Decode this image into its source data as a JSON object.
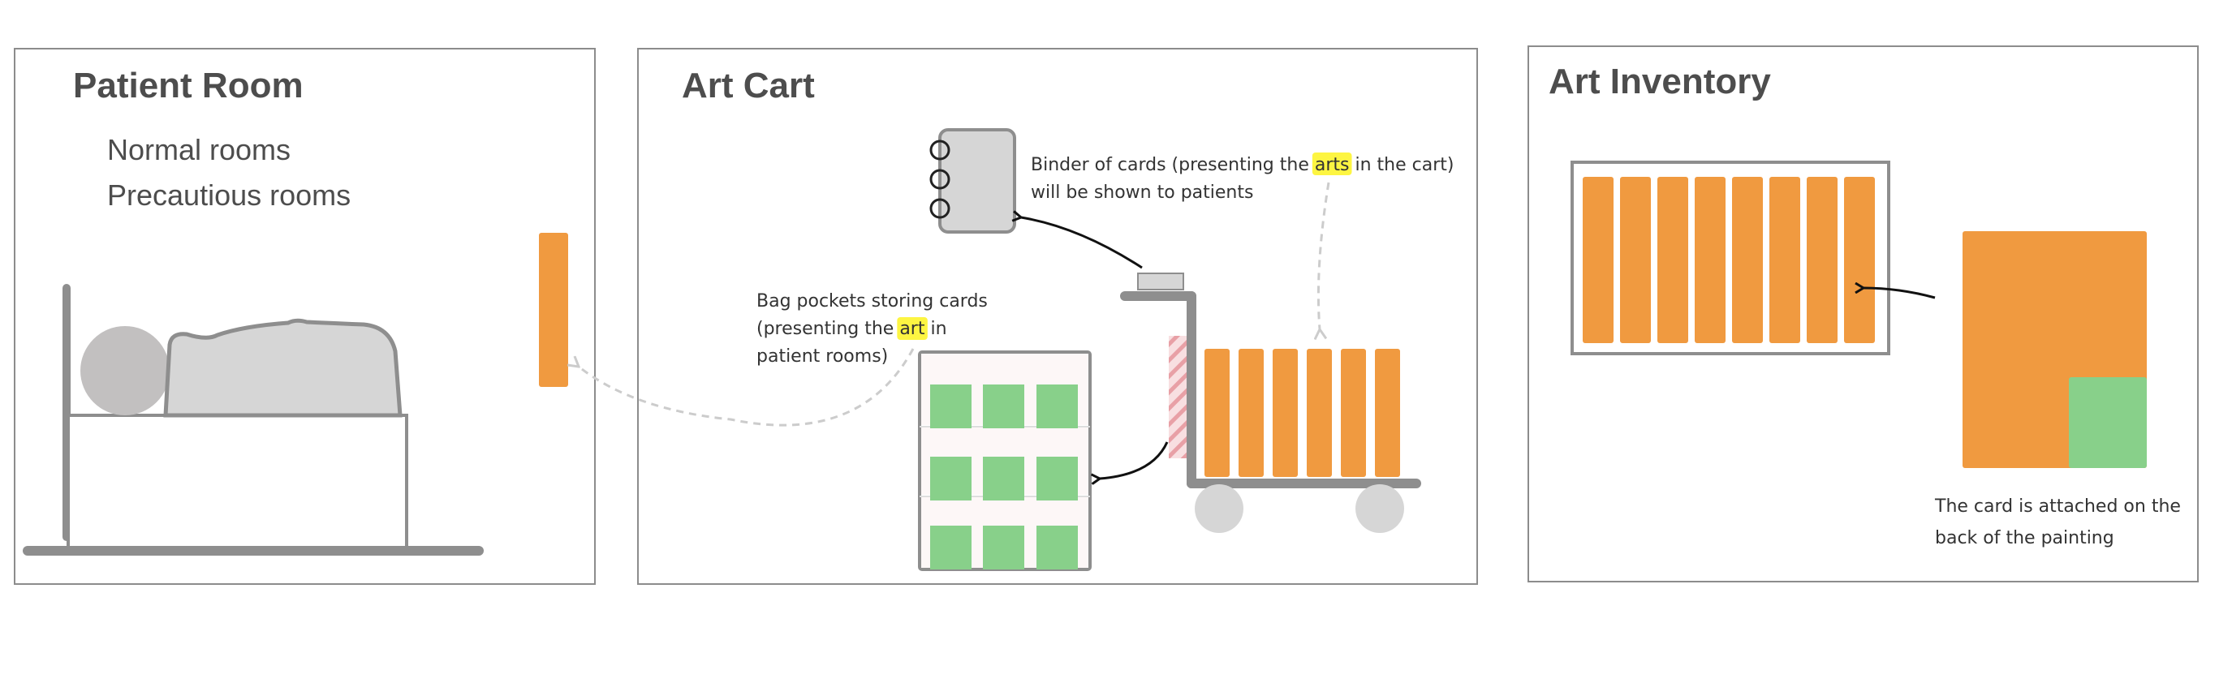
{
  "panels": {
    "patient_room": {
      "title": "Patient Room",
      "items": [
        "Normal rooms",
        "Precautious rooms"
      ]
    },
    "art_cart": {
      "title": "Art Cart",
      "binder_note": {
        "line1_a": "Binder of cards (presenting the ",
        "line1_hl": "arts",
        "line1_b": " in the cart)",
        "line2": "will be shown to patients"
      },
      "pocket_note": {
        "line1": "Bag pockets storing cards",
        "line2_a": "(presenting the ",
        "line2_hl": "art",
        "line2_b": " in",
        "line3": "patient rooms)"
      }
    },
    "art_inventory": {
      "title": "Art Inventory",
      "card_note": {
        "line1": "The card is attached on the",
        "line2": "back of the painting"
      }
    }
  },
  "colors": {
    "panel_border": "#8c8c8c",
    "orange": "#f09a40",
    "green": "#88d08a",
    "gray_fill": "#d6d6d6",
    "gray_stroke": "#8e8e8e",
    "highlight": "#fdf542",
    "pink_stripe": "#e8a0a6",
    "dashed_arrow": "#cccccc"
  }
}
